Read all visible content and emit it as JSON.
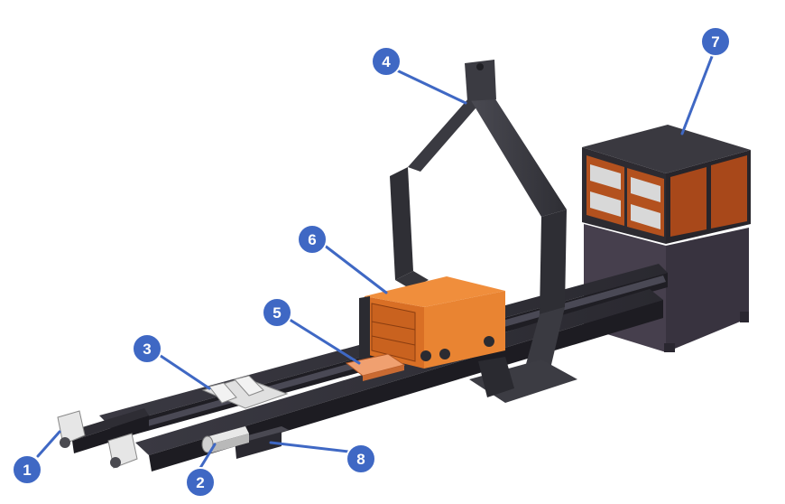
{
  "callouts": {
    "c1": "1",
    "c2": "2",
    "c3": "3",
    "c4": "4",
    "c5": "5",
    "c6": "6",
    "c7": "7",
    "c8": "8"
  },
  "colors": {
    "callout": "#3f68c4",
    "frame_dark": "#3a3a40",
    "rail": "#2c2b33",
    "orange_box": "#e2782c",
    "panel_orange": "#b8501c",
    "cabinet": "#3d3844",
    "clamp_white": "#e6e6e6"
  },
  "components": [
    {
      "icon": "rail-end-clamp-icon"
    },
    {
      "icon": "drive-motor-icon"
    },
    {
      "icon": "part-holder-clamp-icon"
    },
    {
      "icon": "gantry-arch-icon"
    },
    {
      "icon": "tray-icon"
    },
    {
      "icon": "source-box-icon"
    },
    {
      "icon": "control-cabinet-icon"
    },
    {
      "icon": "carriage-block-icon"
    }
  ]
}
